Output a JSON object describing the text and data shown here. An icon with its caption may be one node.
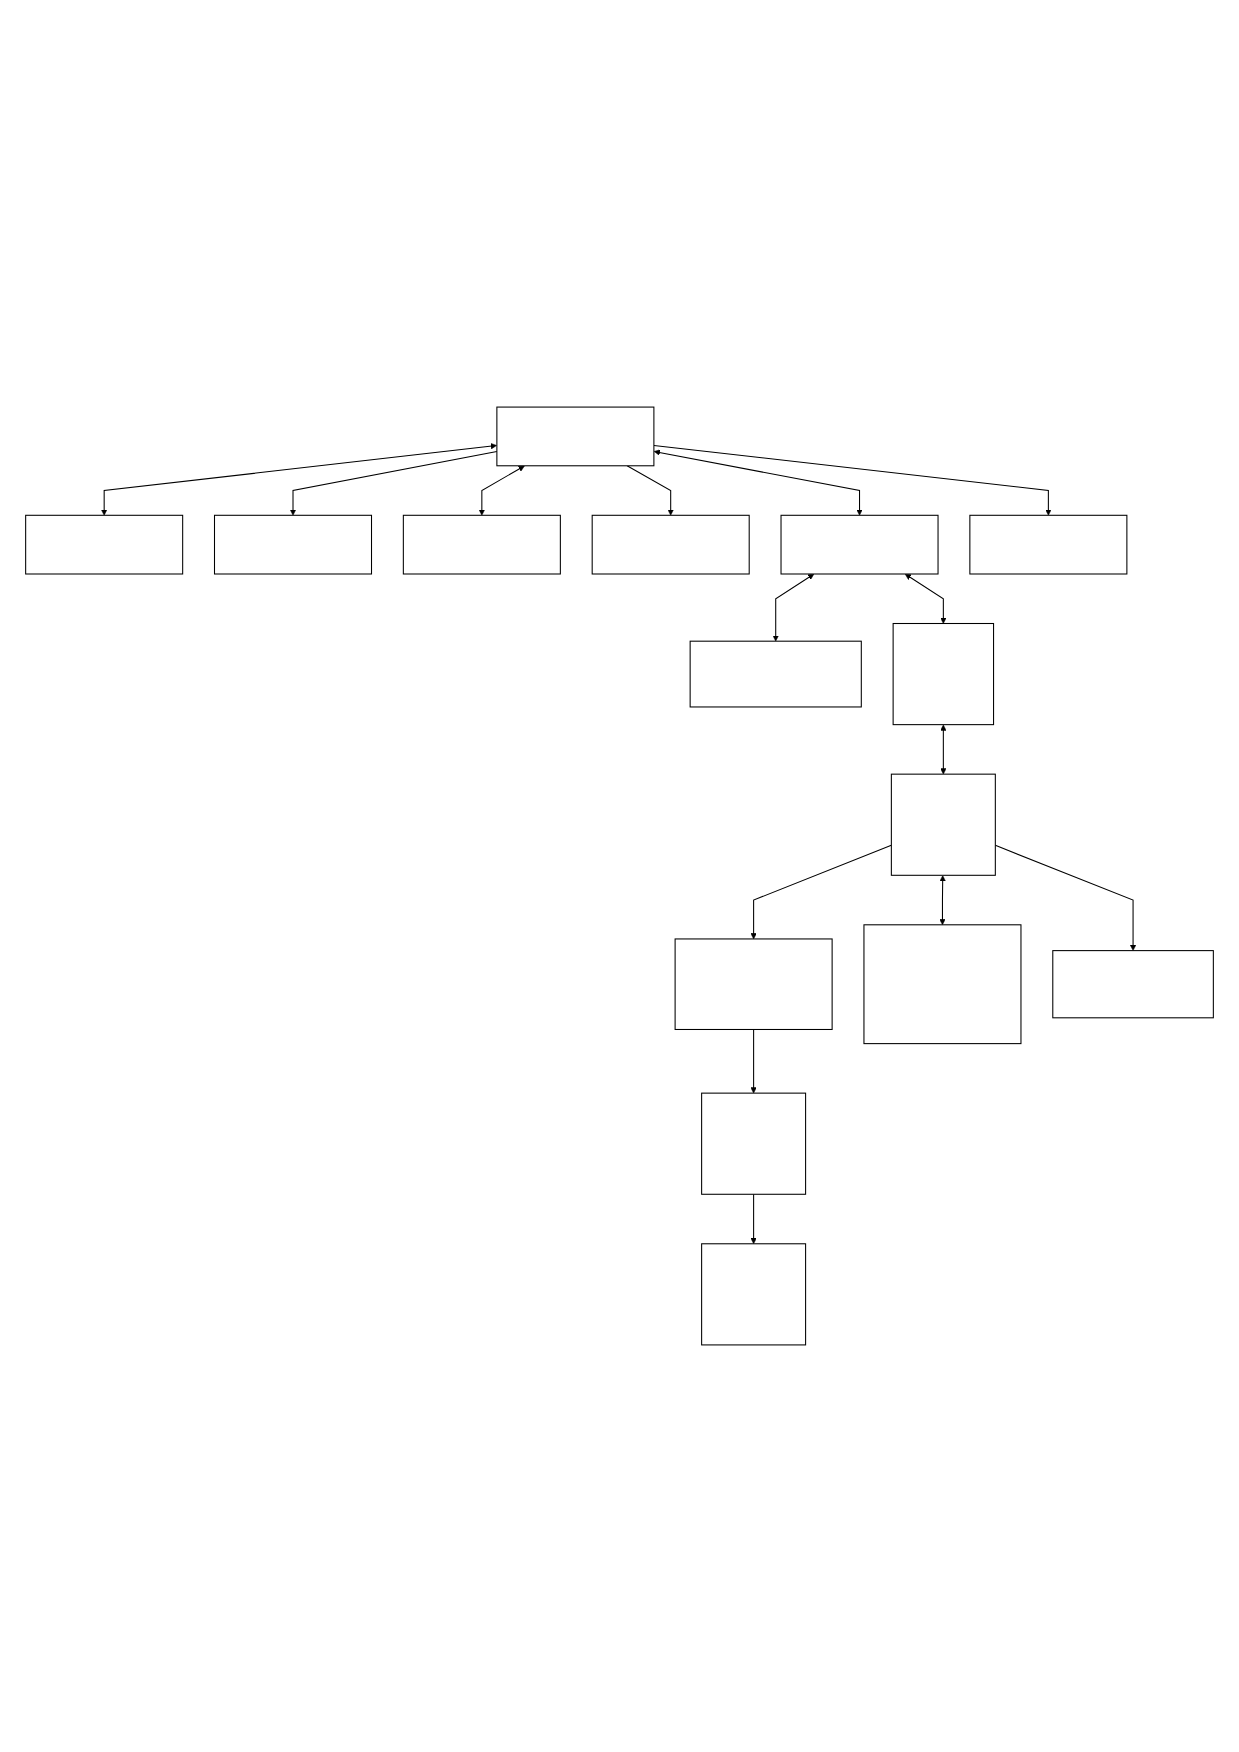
{
  "diagram": {
    "nodes": [
      {
        "text": [],
        "shape": "box"
      },
      {
        "text": [],
        "shape": "box"
      },
      {
        "text": [],
        "shape": "box"
      },
      {
        "text": [],
        "shape": "box"
      },
      {
        "text": [],
        "shape": "box"
      },
      {
        "text": [],
        "shape": "box"
      },
      {
        "text": [],
        "shape": "box"
      },
      {
        "text": [],
        "shape": "box"
      },
      {
        "text": [],
        "shape": "box"
      },
      {
        "text": [],
        "shape": "box"
      },
      {
        "text": [],
        "shape": "box"
      },
      {
        "text": [],
        "shape": "box"
      },
      {
        "text": [],
        "shape": "box"
      },
      {
        "text": [],
        "shape": "box"
      },
      {
        "text": [],
        "shape": "box"
      }
    ],
    "edges": [
      {
        "from": 0,
        "to": 1,
        "arrow": "both"
      },
      {
        "from": 0,
        "to": 2,
        "arrow": "to"
      },
      {
        "from": 0,
        "to": 3,
        "arrow": "both"
      },
      {
        "from": 0,
        "to": 4,
        "arrow": "to"
      },
      {
        "from": 0,
        "to": 5,
        "arrow": "both"
      },
      {
        "from": 0,
        "to": 6,
        "arrow": "to"
      },
      {
        "from": 5,
        "to": 7,
        "arrow": "both"
      },
      {
        "from": 5,
        "to": 8,
        "arrow": "both"
      },
      {
        "from": 8,
        "to": 9,
        "arrow": "both"
      },
      {
        "from": 9,
        "to": 10,
        "arrow": "to"
      },
      {
        "from": 10,
        "to": 11,
        "arrow": "to"
      },
      {
        "from": 11,
        "to": 12,
        "arrow": "to"
      },
      {
        "from": 9,
        "to": 13,
        "arrow": "both"
      },
      {
        "from": 9,
        "to": 14,
        "arrow": "to"
      }
    ]
  }
}
